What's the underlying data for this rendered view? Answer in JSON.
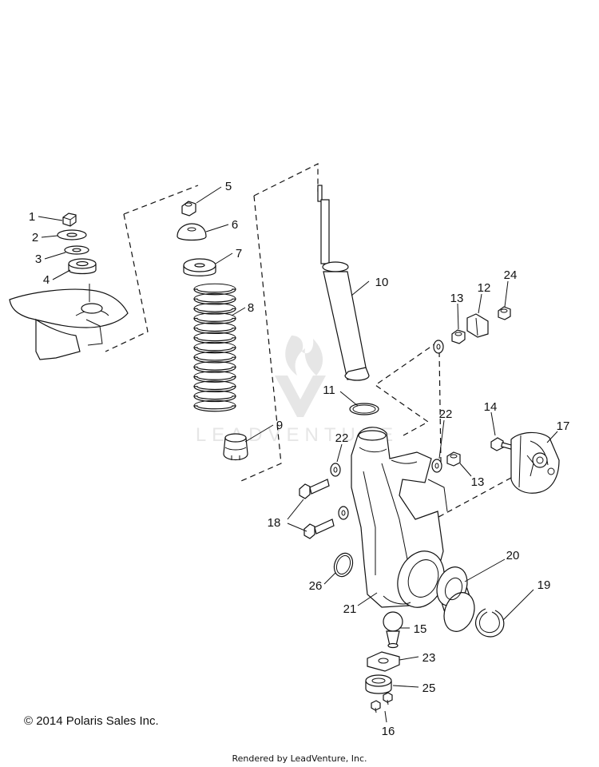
{
  "callouts": [
    {
      "id": "1",
      "text": "1"
    },
    {
      "id": "2",
      "text": "2"
    },
    {
      "id": "3",
      "text": "3"
    },
    {
      "id": "4",
      "text": "4"
    },
    {
      "id": "5",
      "text": "5"
    },
    {
      "id": "6",
      "text": "6"
    },
    {
      "id": "7",
      "text": "7"
    },
    {
      "id": "8",
      "text": "8"
    },
    {
      "id": "9",
      "text": "9"
    },
    {
      "id": "10",
      "text": "10"
    },
    {
      "id": "11",
      "text": "11"
    },
    {
      "id": "12",
      "text": "12"
    },
    {
      "id": "13a",
      "text": "13"
    },
    {
      "id": "13b",
      "text": "13"
    },
    {
      "id": "14",
      "text": "14"
    },
    {
      "id": "15",
      "text": "15"
    },
    {
      "id": "16",
      "text": "16"
    },
    {
      "id": "17",
      "text": "17"
    },
    {
      "id": "18",
      "text": "18"
    },
    {
      "id": "19",
      "text": "19"
    },
    {
      "id": "20",
      "text": "20"
    },
    {
      "id": "21",
      "text": "21"
    },
    {
      "id": "22a",
      "text": "22"
    },
    {
      "id": "22b",
      "text": "22"
    },
    {
      "id": "23",
      "text": "23"
    },
    {
      "id": "24",
      "text": "24"
    },
    {
      "id": "25",
      "text": "25"
    },
    {
      "id": "26",
      "text": "26"
    }
  ],
  "watermark": {
    "text": "LEADVENTURE"
  },
  "copyright": {
    "text": "© 2014 Polaris Sales Inc."
  },
  "footer": {
    "rendered_by": "Rendered by LeadVenture, Inc."
  }
}
